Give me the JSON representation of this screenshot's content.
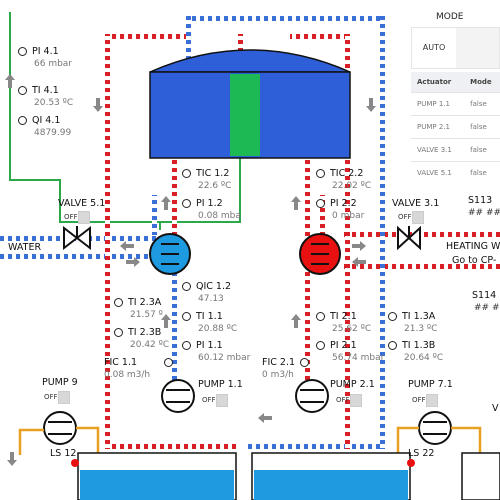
{
  "mode": {
    "title": "MODE",
    "selected": "AUTO"
  },
  "actuators": {
    "headers": [
      "Actuator",
      "Mode"
    ],
    "rows": [
      [
        "PUMP 1.1",
        "false"
      ],
      [
        "PUMP 2.1",
        "false"
      ],
      [
        "VALVE 3.1",
        "false"
      ],
      [
        "VALVE 5.1",
        "false"
      ]
    ]
  },
  "instruments": {
    "pi41": {
      "tag": "PI 4.1",
      "value": "66 mbar"
    },
    "ti41": {
      "tag": "TI 4.1",
      "value": "20.53 ºC"
    },
    "qi41": {
      "tag": "QI 4.1",
      "value": "4879.99"
    },
    "tic12": {
      "tag": "TIC 1.2",
      "value": "22.6 ºC"
    },
    "pi12": {
      "tag": "PI 1.2",
      "value": "0.08 mba"
    },
    "tic22": {
      "tag": "TIC 2.2",
      "value": "22.02 ºC"
    },
    "pi22": {
      "tag": "PI 2.2",
      "value": "0 mbar"
    },
    "qic12": {
      "tag": "QIC 1.2",
      "value": "47.13"
    },
    "ti11": {
      "tag": "TI 1.1",
      "value": "20.88 ºC"
    },
    "pi11": {
      "tag": "PI 1.1",
      "value": "60.12 mbar"
    },
    "ti23a": {
      "tag": "TI 2.3A",
      "value": "21.57 º"
    },
    "ti23b": {
      "tag": "TI 2.3B",
      "value": "20.42 ºC"
    },
    "ti21": {
      "tag": "TI 2.1",
      "value": "25.62 ºC"
    },
    "pi21": {
      "tag": "PI 2.1",
      "value": "56.74 mbar"
    },
    "ti13a": {
      "tag": "TI 1.3A",
      "value": "21.3 ºC"
    },
    "ti13b": {
      "tag": "TI 1.3B",
      "value": "20.64 ºC"
    },
    "fic11": {
      "tag": "FIC 1.1",
      "value": "0.08 m3/h"
    },
    "fic21": {
      "tag": "FIC 2.1",
      "value": "0 m3/h"
    },
    "s113": {
      "tag": "S113",
      "value": "## ##"
    },
    "s114": {
      "tag": "S114",
      "value": "## ##"
    }
  },
  "equipment": {
    "valve51": "VALVE 5.1",
    "valve31": "VALVE 3.1",
    "pump9": "PUMP 9",
    "pump11": "PUMP 1.1",
    "pump21": "PUMP 2.1",
    "pump71": "PUMP 7.1",
    "ls12": "LS 12",
    "ls22": "LS 22",
    "v_partial": "V"
  },
  "lines": {
    "water": "WATER",
    "heating": "HEATING W",
    "goto": "Go to CP-"
  },
  "toggle_off": "OFF",
  "colors": {
    "hot": "#e02020",
    "cold": "#3a6fd8",
    "tank": "#2f5fd8",
    "level": "#1db954",
    "hx_cold": "#1e9be0",
    "hx_hot": "#e81010",
    "aux": "#e8a020",
    "signal": "#2aa84a"
  }
}
